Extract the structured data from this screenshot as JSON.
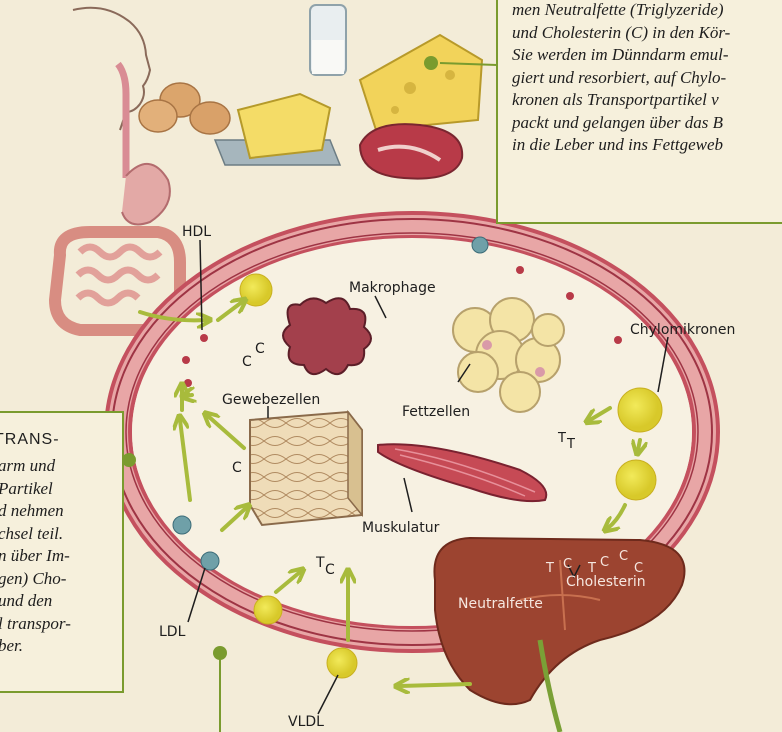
{
  "labels": {
    "hdl": "HDL",
    "makrophage": "Makrophage",
    "chylomikronen": "Chylomikronen",
    "gewebezellen": "Gewebezellen",
    "fettzellen": "Fettzellen",
    "muskulatur": "Muskulatur",
    "ldl": "LDL",
    "vldl": "VLDL",
    "neutralfette": "Neutralfette",
    "cholesterin": "Cholesterin",
    "c": "C",
    "t": "T"
  },
  "caption_top": {
    "lines": [
      "men Neutralfette (Triglyzeride)",
      "und Cholesterin (C) in den Kör-",
      "Sie werden im Dünndarm emul-",
      "giert und resorbiert, auf Chylo-",
      "kronen als Transportpartikel v",
      "packt und gelangen über das B",
      "in die Leber und ins Fettgeweb"
    ]
  },
  "caption_left": {
    "heading": "TRANS-",
    "lines": [
      "arm und",
      "Partikel",
      "d nehmen",
      "chsel teil.",
      "n über Im-",
      "gen) Cho-",
      "und den",
      "l transpor-",
      "ber."
    ]
  },
  "colors": {
    "vessel": "#c4505e",
    "vessel_inner": "#e8a6a6",
    "arrow": "#a8bb3c",
    "frame": "#7a9b2e",
    "background": "#f3ecd8"
  }
}
